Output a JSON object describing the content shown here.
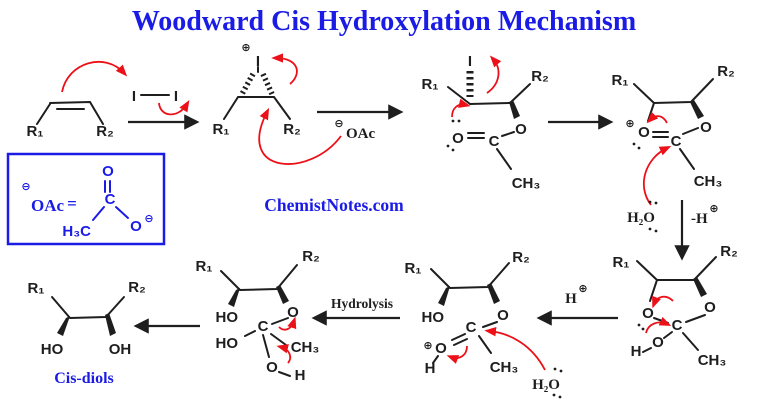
{
  "title": "Woodward Cis Hydroxylation Mechanism",
  "watermark": "ChemistNotes.com",
  "product_label": "Cis-diols",
  "labels": {
    "r1": "R₁",
    "r2": "R₂",
    "i": "I",
    "o": "O",
    "c": "C",
    "h": "H",
    "ho": "HO",
    "oh": "OH",
    "ch3": "CH₃",
    "h3c": "H₃C",
    "h2o": "H₂O",
    "oac": "OAc",
    "plus": "⊕",
    "minus": "⊖",
    "equals": "=",
    "minus_h": "-H",
    "h_plus": "H",
    "hydrolysis": "Hydrolysis"
  },
  "colors": {
    "accent_blue": "#1b1be6",
    "arrow_red": "#ec1118",
    "bond_black": "#1e1e1e",
    "background": "#ffffff"
  }
}
